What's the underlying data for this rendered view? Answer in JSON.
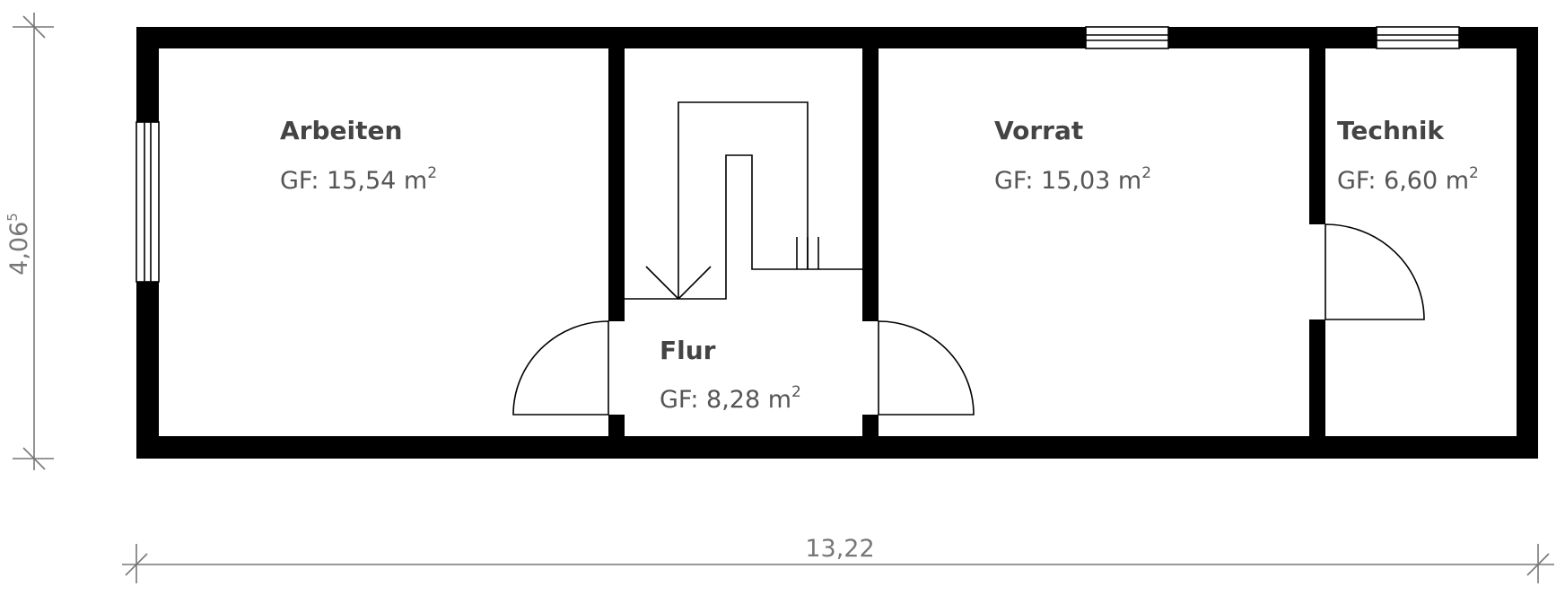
{
  "rooms": [
    {
      "name": "Arbeiten",
      "area_prefix": "GF: 15,54 m",
      "area_sup": "2"
    },
    {
      "name": "Flur",
      "area_prefix": "GF: 8,28 m",
      "area_sup": "2"
    },
    {
      "name": "Vorrat",
      "area_prefix": "GF: 15,03 m",
      "area_sup": "2"
    },
    {
      "name": "Technik",
      "area_prefix": "GF: 6,60 m",
      "area_sup": "2"
    }
  ],
  "dimensions": {
    "width_label": "13,22",
    "height_label_main": "4,06",
    "height_label_sup": "5"
  },
  "colors": {
    "wall": "#000000",
    "text": "#444444",
    "dimension": "#777777"
  }
}
